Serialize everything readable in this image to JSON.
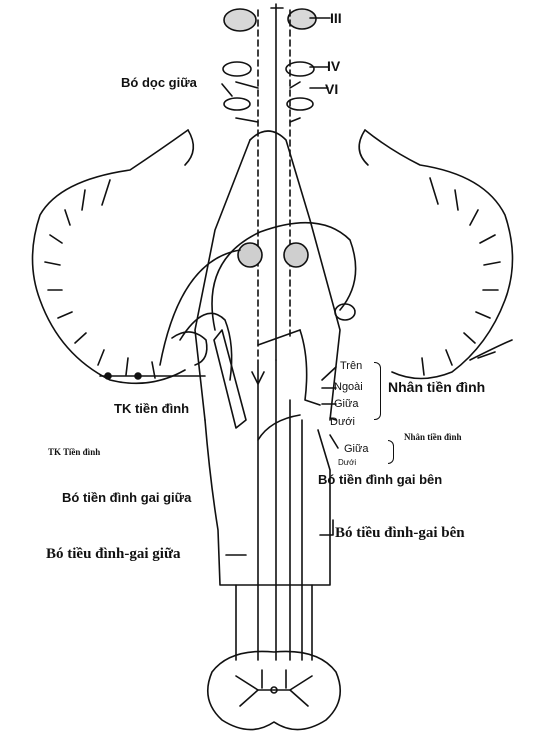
{
  "labels": {
    "III": "III",
    "IV": "IV",
    "VI": "VI",
    "bo_doc_giua": "Bó dọc giữa",
    "tren": "Trên",
    "ngoai": "Ngoài",
    "giua": "Giữa",
    "duoi": "Dưới",
    "nhan_tien_dinh": "Nhân tiền đình",
    "tk_tien_dinh": "TK tiền đình",
    "tk_tien_dinh_small": "TK Tiền đình",
    "nhan_tien_dinh_small": "Nhân tiền đình",
    "giua2": "Giữa",
    "duoi2": "Dưới",
    "bo_tien_dinh_gai_ben": "Bó tiền đình gai bên",
    "bo_tien_dinh_gai_giua": "Bó tiền đình gai giữa",
    "bo_tieu_dinh_gai_ben": "Bó tiều đình-gai bên",
    "bo_tieu_dinh_gai_giua": "Bó tiều đình-gai giữa"
  },
  "colors": {
    "ink": "#111111",
    "background": "#ffffff"
  }
}
